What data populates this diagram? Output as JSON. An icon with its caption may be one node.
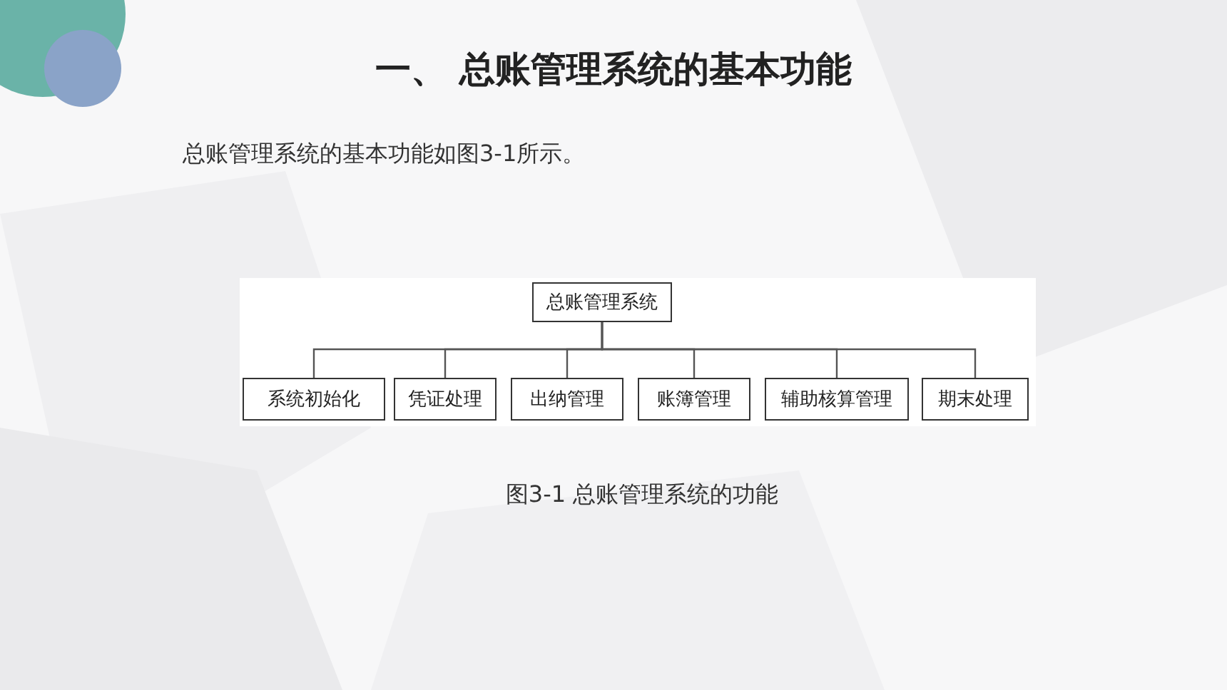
{
  "diagram": {
    "title": "一、 总账管理系统的基本功能",
    "caption": "图3-1 总账管理系统的功能",
    "nodes": [
      {
        "text": [
          "总账管理系统"
        ]
      },
      {
        "text": [
          "系统初始化"
        ]
      },
      {
        "text": [
          "凭证处理"
        ]
      },
      {
        "text": [
          "出纳管理"
        ]
      },
      {
        "text": [
          "账簿管理"
        ]
      },
      {
        "text": [
          "辅助核算管理"
        ]
      },
      {
        "text": [
          "期末处理"
        ]
      }
    ],
    "edges": [
      {
        "from": 0,
        "to": 1,
        "arrow": "none"
      },
      {
        "from": 0,
        "to": 2,
        "arrow": "none"
      },
      {
        "from": 0,
        "to": 3,
        "arrow": "none"
      },
      {
        "from": 0,
        "to": 4,
        "arrow": "none"
      },
      {
        "from": 0,
        "to": 5,
        "arrow": "none"
      },
      {
        "from": 0,
        "to": 6,
        "arrow": "none"
      }
    ],
    "labels": [
      "总账管理系统的基本功能如图3-1所示。"
    ]
  }
}
